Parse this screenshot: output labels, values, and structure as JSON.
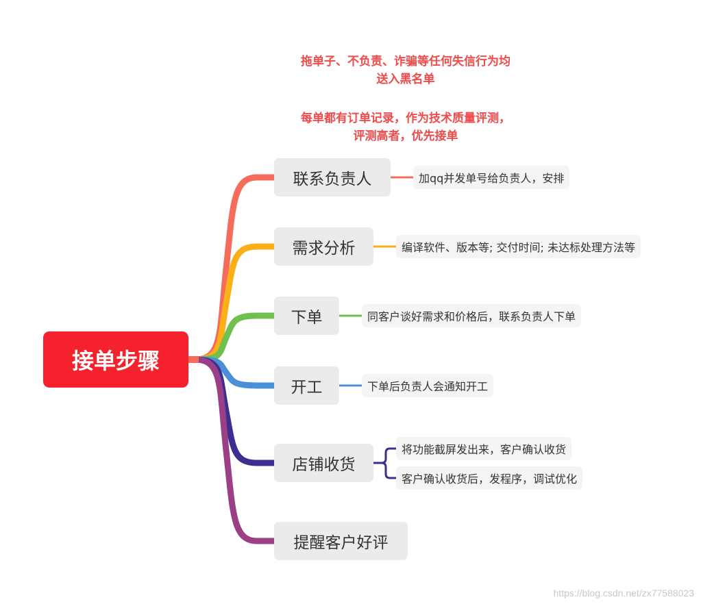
{
  "notes": [
    [
      "拖单子、不负责、诈骗等任何失信行为均",
      "送入黑名单"
    ],
    [
      "每单都有订单记录，作为技术质量评测，",
      "评测高者，优先接单"
    ]
  ],
  "root": {
    "label": "接单步骤",
    "color": "#f5222d"
  },
  "branches": [
    {
      "label": "联系负责人",
      "color": "#f66c5c",
      "leaves": [
        "加qq并发单号给负责人，安排"
      ]
    },
    {
      "label": "需求分析",
      "color": "#fbb018",
      "leaves": [
        "编译软件、版本等; 交付时间; 未达标处理方法等"
      ]
    },
    {
      "label": "下单",
      "color": "#6fc050",
      "leaves": [
        "同客户谈好需求和价格后，联系负责人下单"
      ]
    },
    {
      "label": "开工",
      "color": "#4a90d6",
      "leaves": [
        "下单后负责人会通知开工"
      ]
    },
    {
      "label": "店铺收货",
      "color": "#3d2e8f",
      "leaves": [
        "将功能截屏发出来，客户确认收货",
        "客户确认收货后，发程序，调试优化"
      ]
    },
    {
      "label": "提醒客户好评",
      "color": "#9b3f86",
      "leaves": []
    }
  ],
  "watermark": "https://blog.csdn.net/zx77588023"
}
